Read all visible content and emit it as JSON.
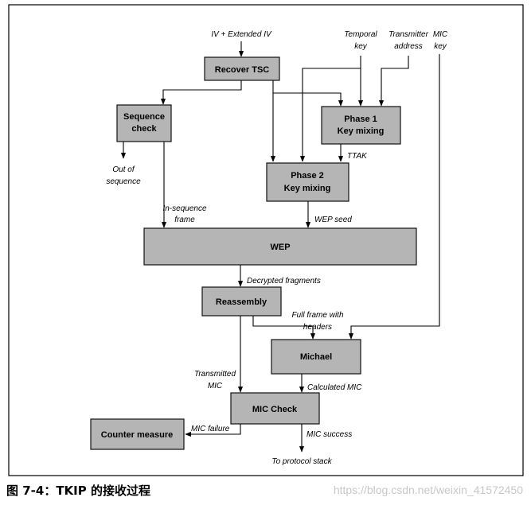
{
  "inputs": {
    "iv": "IV + Extended IV",
    "temporal_key": [
      "Temporal",
      "key"
    ],
    "transmitter_address": [
      "Transmitter",
      "address"
    ],
    "mic_key": [
      "MIC",
      "key"
    ]
  },
  "nodes": {
    "recover_tsc": [
      "Recover TSC"
    ],
    "sequence_check": [
      "Sequence",
      "check"
    ],
    "phase1": [
      "Phase 1",
      "Key mixing"
    ],
    "phase2": [
      "Phase 2",
      "Key mixing"
    ],
    "wep": [
      "WEP"
    ],
    "reassembly": [
      "Reassembly"
    ],
    "michael": [
      "Michael"
    ],
    "mic_check": [
      "MIC Check"
    ],
    "counter_measure": [
      "Counter measure"
    ]
  },
  "labels": {
    "out_of_sequence": [
      "Out of",
      "sequence"
    ],
    "in_sequence_frame": [
      "In-sequence",
      "frame"
    ],
    "ttak": [
      "TTAK"
    ],
    "wep_seed": [
      "WEP seed"
    ],
    "decrypted_fragments": [
      "Decrypted fragments"
    ],
    "full_frame_with_headers": [
      "Full frame with",
      "headers"
    ],
    "transmitted_mic": [
      "Transmitted",
      "MIC"
    ],
    "calculated_mic": [
      "Calculated MIC"
    ],
    "mic_failure": [
      "MIC failure"
    ],
    "mic_success": [
      "MIC success"
    ],
    "to_protocol_stack": [
      "To protocol stack"
    ]
  },
  "caption": "图 7-4：TKIP 的接收过程",
  "watermark": "https://blog.csdn.net/weixin_41572450"
}
